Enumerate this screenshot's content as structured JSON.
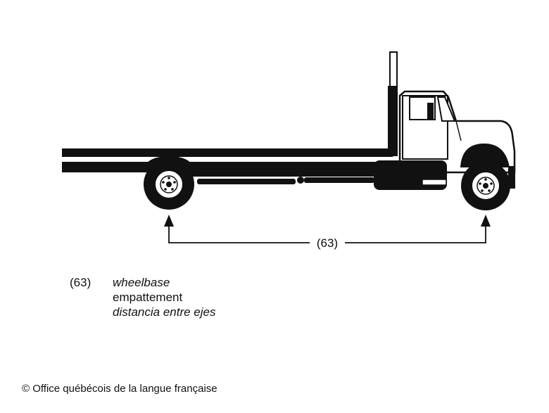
{
  "callout": {
    "label": "(63)"
  },
  "legend": {
    "code": "(63)",
    "term_en": "wheelbase",
    "term_fr": "empattement",
    "term_es": "distancia entre ejes"
  },
  "copyright": "© Office québécois de la langue française",
  "colors": {
    "ink": "#111111",
    "paper": "#ffffff"
  },
  "icons": [
    "flatbed-truck-illustration",
    "arrow-up-icon"
  ]
}
